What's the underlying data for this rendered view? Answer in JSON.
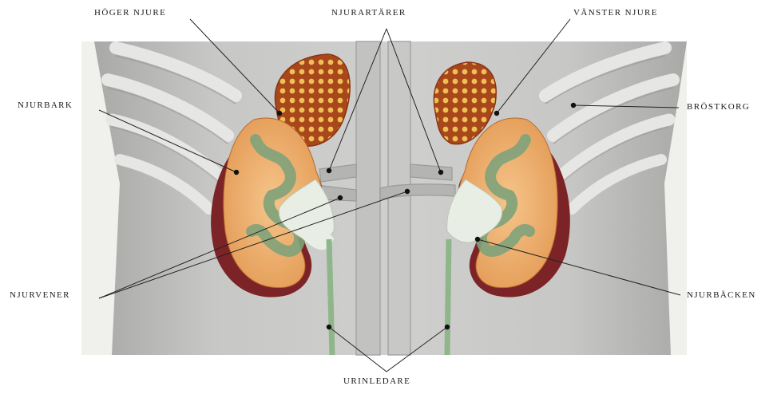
{
  "labels": {
    "hoger_njure": "HÖGER NJURE",
    "njurartarer": "NJURARTÄRER",
    "vanster_njure": "VÄNSTER NJURE",
    "njurbark": "NJURBARK",
    "brostkorg": "BRÖSTKORG",
    "njurvener": "NJURVENER",
    "njurbacken": "NJURBÄCKEN",
    "urinledare": "URINLEDARE"
  },
  "colors": {
    "background_panel": "#eeeeea",
    "torso": "#bdbdbb",
    "ribs": "#dedede",
    "kidney_cortex": "#e8a76a",
    "kidney_outer": "#7b2326",
    "pelvis": "#e4ecdf",
    "calyx_green": "#7fa27a",
    "adrenal": "#b5561f",
    "vessel": "#a8a8a6",
    "ureter": "#8fb58a"
  }
}
